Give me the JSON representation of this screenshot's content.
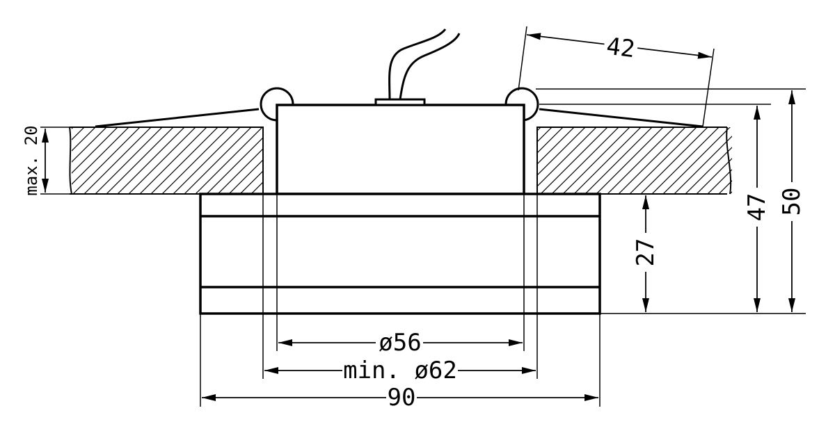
{
  "colors": {
    "line": "#000000",
    "background": "#ffffff"
  },
  "dimensions": {
    "max_depth": "max. 20",
    "clip_span": "42",
    "overall_height": "50",
    "inner_height": "47",
    "visible_height": "27",
    "body_diameter": "ø56",
    "cutout_diameter": "min. ø62",
    "outer_diameter": "90"
  }
}
